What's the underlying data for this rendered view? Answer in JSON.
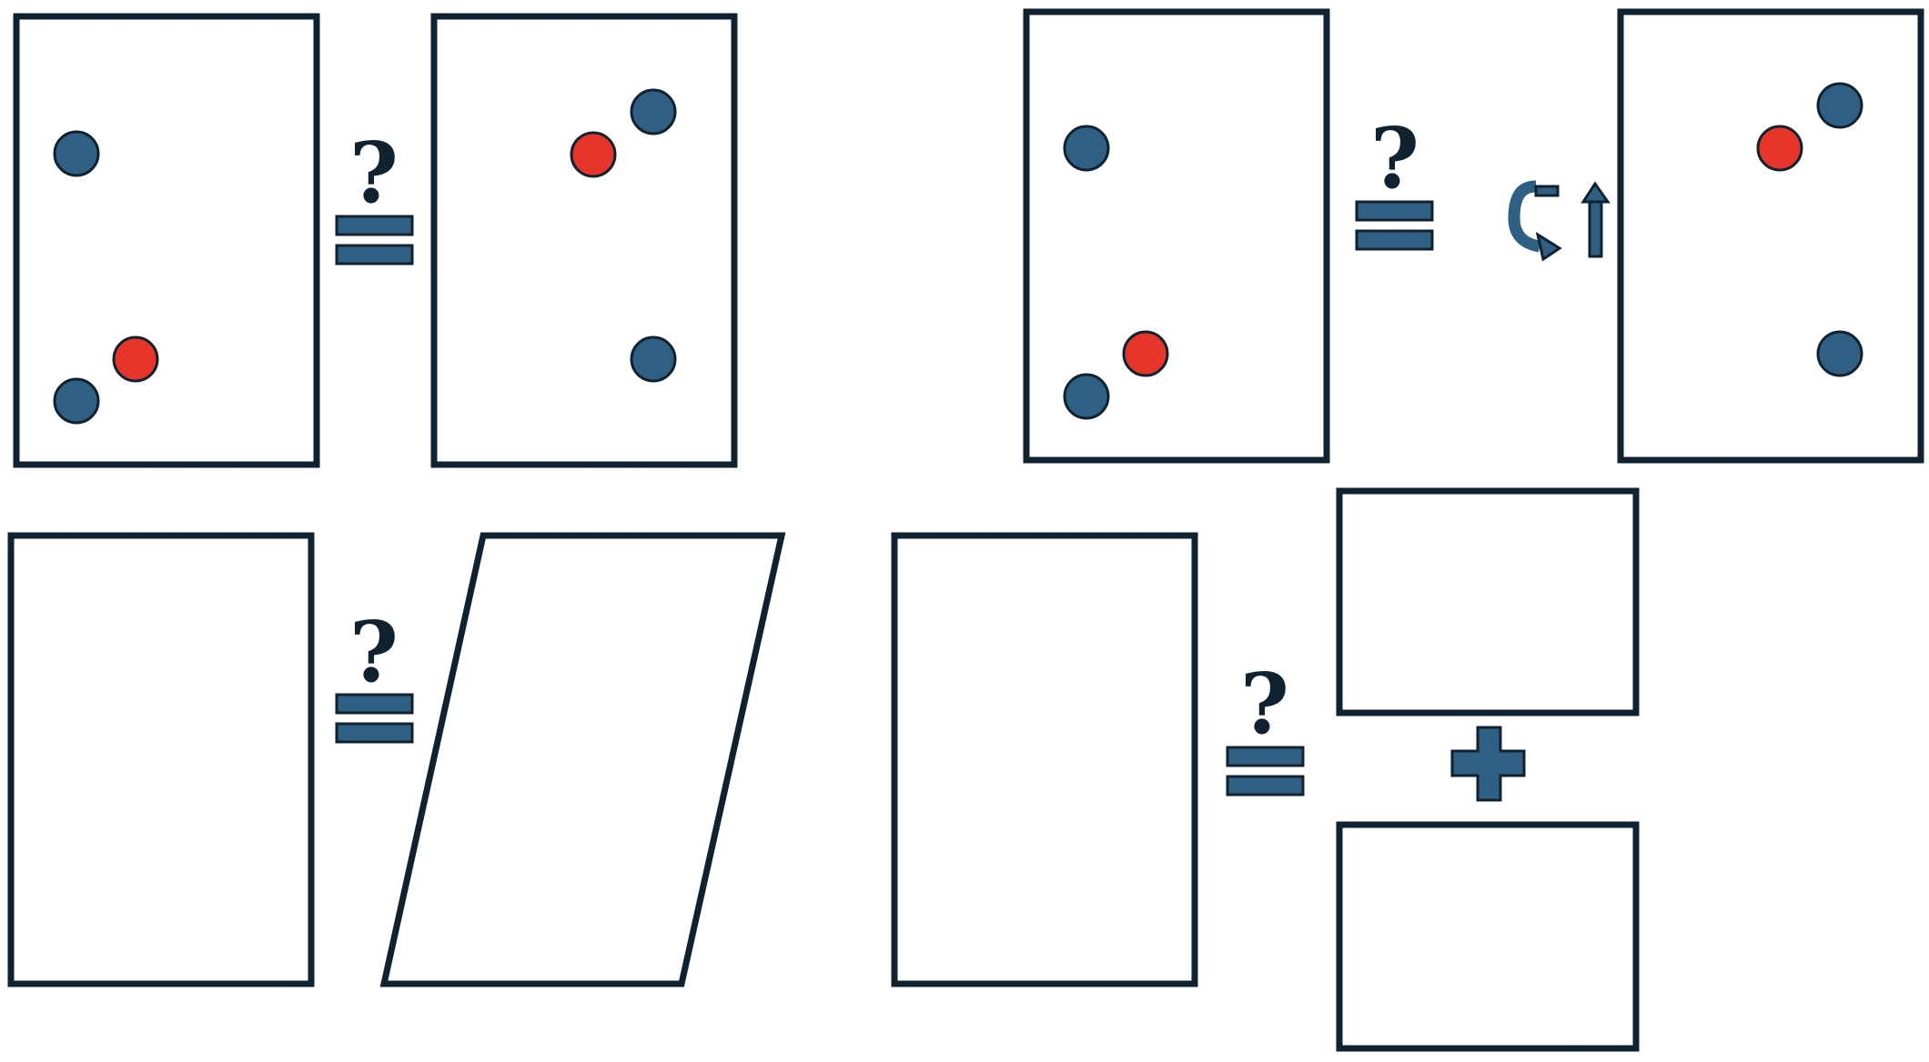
{
  "colors": {
    "outline": "#10222F",
    "blue": "#2F5F82",
    "red": "#E5352B",
    "background": "#FFFFFF"
  },
  "comparison_symbol": "?",
  "panels": [
    {
      "id": "dots-equality",
      "left_card": {
        "shape": "rectangle",
        "dots": [
          "blue",
          "blue",
          "red"
        ]
      },
      "relation": "=",
      "right_card": {
        "shape": "rectangle",
        "dots": [
          "blue",
          "red",
          "blue"
        ]
      }
    },
    {
      "id": "dots-rotation",
      "left_card": {
        "shape": "rectangle",
        "dots": [
          "blue",
          "blue",
          "red"
        ]
      },
      "relation": "=",
      "transform_icons": [
        "rotate-arrow-icon",
        "up-arrow-icon"
      ],
      "right_card": {
        "shape": "rectangle",
        "dots": [
          "blue",
          "red",
          "blue"
        ]
      }
    },
    {
      "id": "shear",
      "left_card": {
        "shape": "rectangle"
      },
      "relation": "=",
      "right_card": {
        "shape": "parallelogram"
      }
    },
    {
      "id": "split",
      "left_card": {
        "shape": "rectangle"
      },
      "relation": "=",
      "right_cards": [
        "rectangle",
        "rectangle"
      ],
      "combinator": "+"
    }
  ]
}
